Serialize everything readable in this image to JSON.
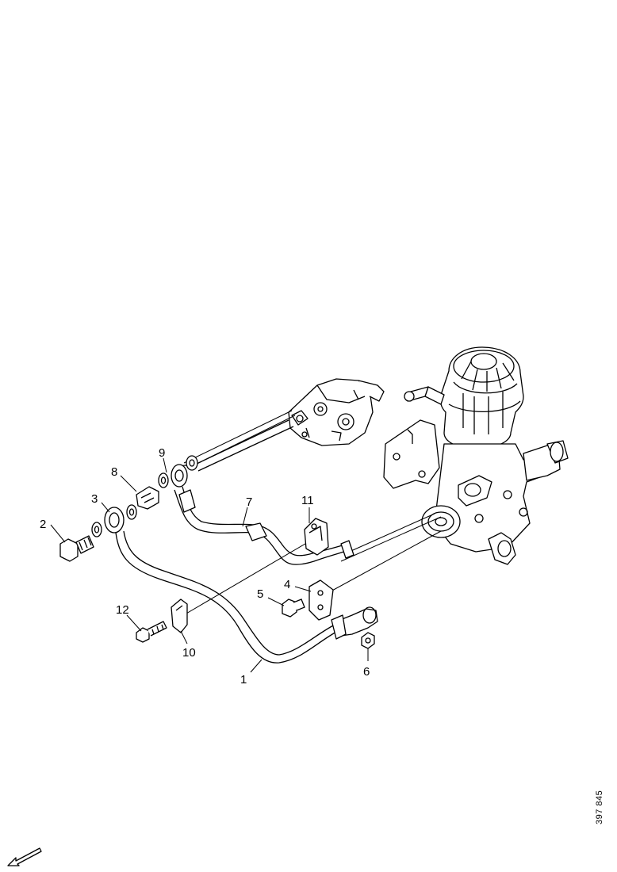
{
  "diagram": {
    "reference_code": "397 845",
    "callouts": [
      {
        "id": "1",
        "label": "1"
      },
      {
        "id": "2",
        "label": "2"
      },
      {
        "id": "3",
        "label": "3"
      },
      {
        "id": "4",
        "label": "4"
      },
      {
        "id": "5",
        "label": "5"
      },
      {
        "id": "6",
        "label": "6"
      },
      {
        "id": "7",
        "label": "7"
      },
      {
        "id": "8",
        "label": "8"
      },
      {
        "id": "9",
        "label": "9"
      },
      {
        "id": "10",
        "label": "10"
      },
      {
        "id": "11",
        "label": "11"
      },
      {
        "id": "12",
        "label": "12"
      }
    ],
    "line_color": "#000000",
    "background": "#ffffff"
  }
}
